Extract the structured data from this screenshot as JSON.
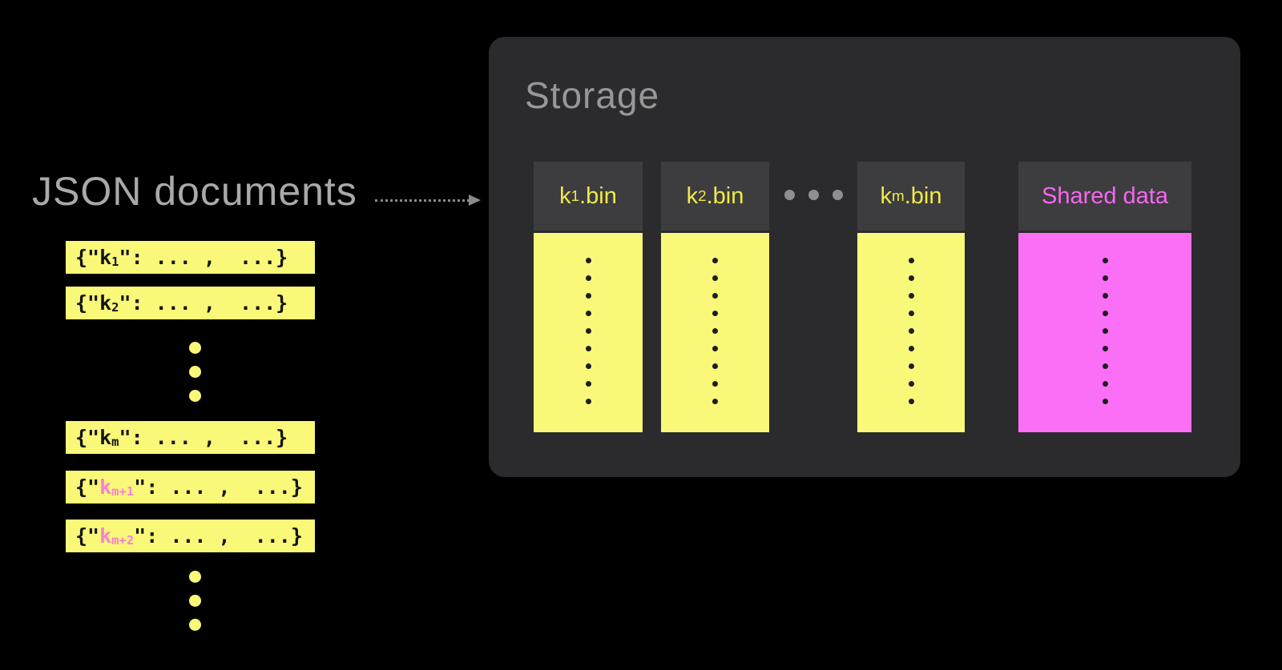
{
  "documents": {
    "heading": "JSON documents",
    "rows": [
      {
        "open": "{\"",
        "key_base": "k",
        "key_sub": "1",
        "rest": "\": ... ,  ...}",
        "highlighted": false
      },
      {
        "open": "{\"",
        "key_base": "k",
        "key_sub": "2",
        "rest": "\": ... ,  ...}",
        "highlighted": false
      },
      {
        "open": "{\"",
        "key_base": "k",
        "key_sub": "m",
        "rest": "\": ... ,  ...}",
        "highlighted": false
      },
      {
        "open": "{\"",
        "key_base": "k",
        "key_sub": "m+1",
        "rest": "\": ... ,  ...}",
        "highlighted": true
      },
      {
        "open": "{\"",
        "key_base": "k",
        "key_sub": "m+2",
        "rest": "\": ... ,  ...}",
        "highlighted": true
      }
    ]
  },
  "storage": {
    "title": "Storage",
    "columns": [
      {
        "base": "k",
        "sub": "1",
        "ext": ".bin",
        "kind": "bin"
      },
      {
        "base": "k",
        "sub": "2",
        "ext": ".bin",
        "kind": "bin"
      },
      {
        "base": "k",
        "sub": "m",
        "ext": ".bin",
        "kind": "bin"
      },
      {
        "label": "Shared data",
        "kind": "shared"
      }
    ]
  },
  "icons": {
    "arrow": "dotted-arrow-right",
    "vertical_ellipsis": "vertical-ellipsis-dots",
    "horizontal_ellipsis": "horizontal-ellipsis-dots"
  },
  "colors": {
    "background": "#000000",
    "bin_yellow": "#faf878",
    "shared_magenta": "#fb6ff6",
    "highlight_key_pink": "#f97fd7",
    "header_label_yellow": "#f0e94a",
    "header_label_magenta": "#f766ee",
    "panel_background": "#2b2b2e",
    "column_header_background": "#3d3d3f",
    "muted_gray_text": "#a9a9a9",
    "dot_dark": "#1e1e1e"
  }
}
